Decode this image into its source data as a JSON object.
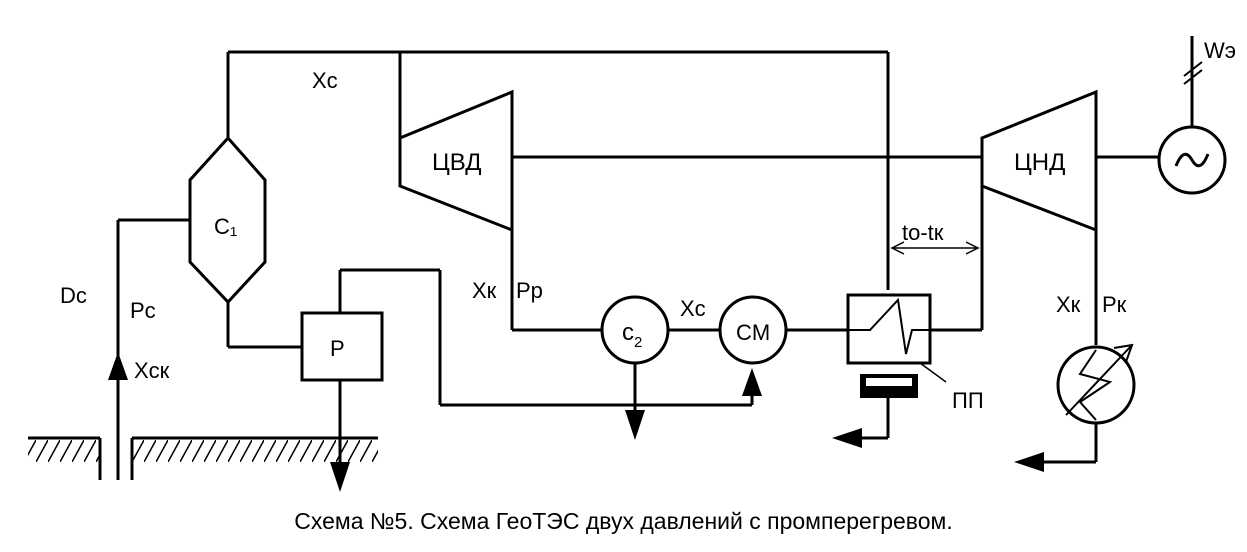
{
  "labels": {
    "xc_top": "Xc",
    "c1": "C₁",
    "dc": "Dc",
    "pc": "Pc",
    "xck": "Xcк",
    "p": "P",
    "cvd": "ЦВД",
    "xk_mid": "Xк",
    "pp": "Pp",
    "c2_base": "c",
    "c2_sub": "2",
    "xc_mid": "Xc",
    "cm": "CM",
    "pp_heater": "ПП",
    "to_tk": "to-tк",
    "cnd": "ЦНД",
    "we": "Wэ",
    "xk_right": "Xк",
    "pk": "Pк"
  },
  "caption": "Схема №5. Схема ГеоТЭС двух давлений с промперегревом."
}
